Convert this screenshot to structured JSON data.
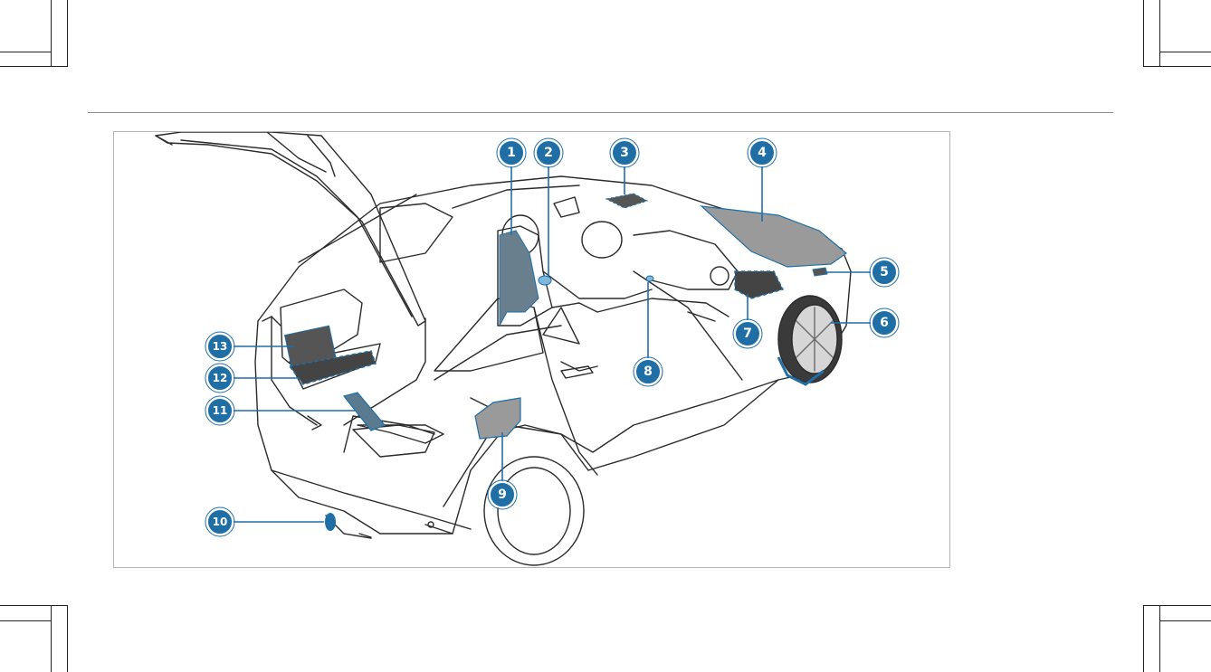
{
  "colors": {
    "callout_fill": "#1f6fa6",
    "callout_ring": "#ffffff",
    "callout_outline": "#1f6fa6",
    "highlight": "#7fb8dd",
    "highlight_dashed": "#1f6fa6",
    "line_art": "#2b2b2b",
    "shade": "#9a9a9a"
  },
  "callouts": [
    "1",
    "2",
    "3",
    "4",
    "5",
    "6",
    "7",
    "8",
    "9",
    "10",
    "11",
    "12",
    "13"
  ]
}
